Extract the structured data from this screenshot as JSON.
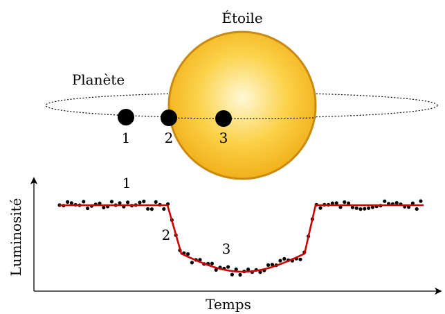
{
  "labels": {
    "star": "Étoile",
    "planet": "Planète",
    "y_axis": "Luminosité",
    "x_axis": "Temps"
  },
  "positions": [
    "1",
    "2",
    "3"
  ],
  "colors": {
    "star_fill_center": "#fff6c8",
    "star_fill_edge": "#f5b81e",
    "star_stroke": "#c98a12",
    "planet": "#000000",
    "fit_curve": "#cc0000",
    "points": "#000000"
  },
  "chart_data": {
    "type": "line",
    "xlabel": "Temps",
    "ylabel": "Luminosité",
    "grid": false,
    "annotations": [
      "1",
      "2",
      "3"
    ],
    "description_free": true
  }
}
